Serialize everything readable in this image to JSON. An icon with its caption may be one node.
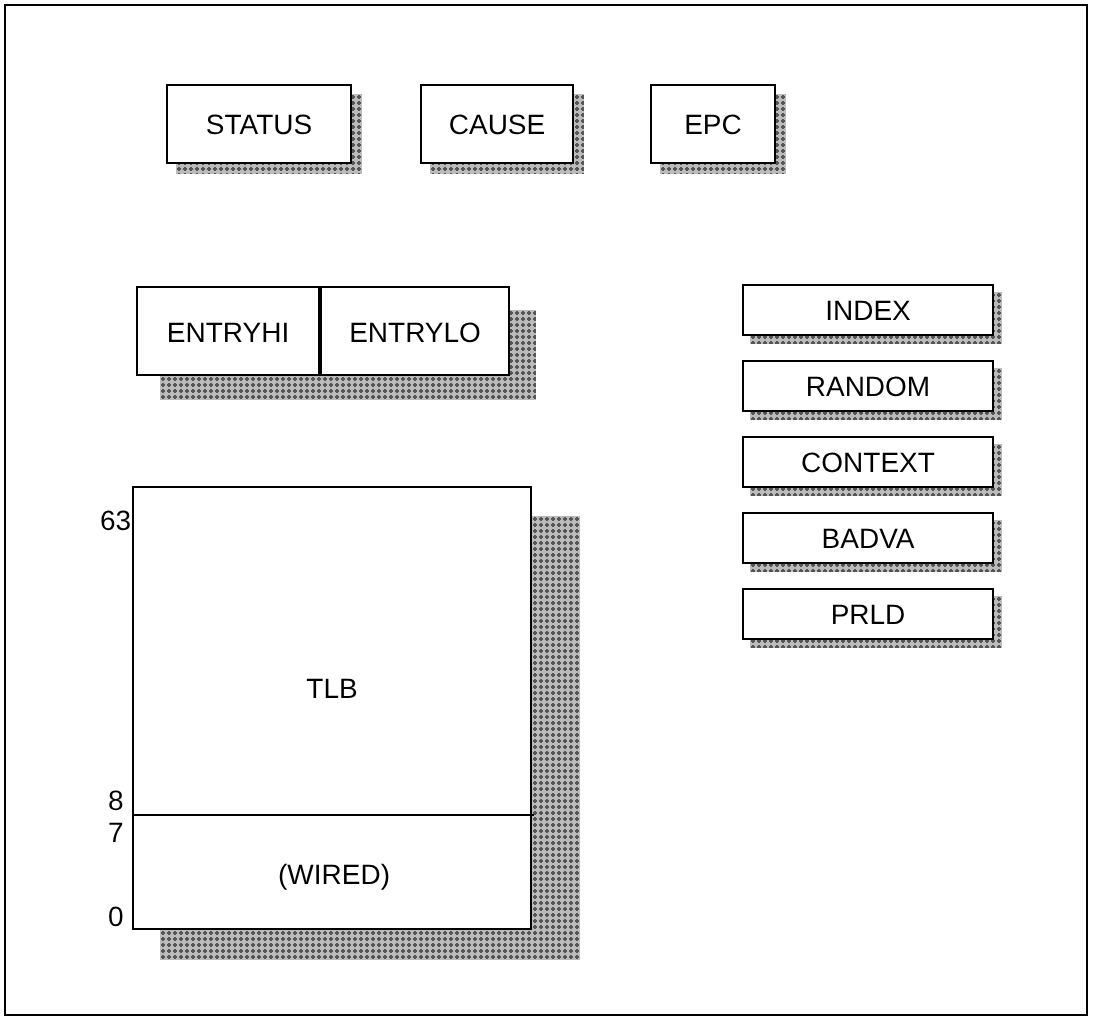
{
  "diagram": {
    "nodes": [
      {
        "text": [
          "STATUS"
        ]
      },
      {
        "text": [
          "CAUSE"
        ]
      },
      {
        "text": [
          "EPC"
        ]
      },
      {
        "text": [
          "ENTRYHI"
        ]
      },
      {
        "text": [
          "ENTRYLO"
        ]
      },
      {
        "text": [
          "INDEX"
        ]
      },
      {
        "text": [
          "RANDOM"
        ]
      },
      {
        "text": [
          "CONTEXT"
        ]
      },
      {
        "text": [
          "BADVA"
        ]
      },
      {
        "text": [
          "PRLD"
        ]
      },
      {
        "text": [
          "TLB"
        ]
      },
      {
        "text": [
          "(WIRED)"
        ],
        "in": 10
      }
    ],
    "labels": [
      "63",
      "8",
      "7",
      "0"
    ]
  }
}
